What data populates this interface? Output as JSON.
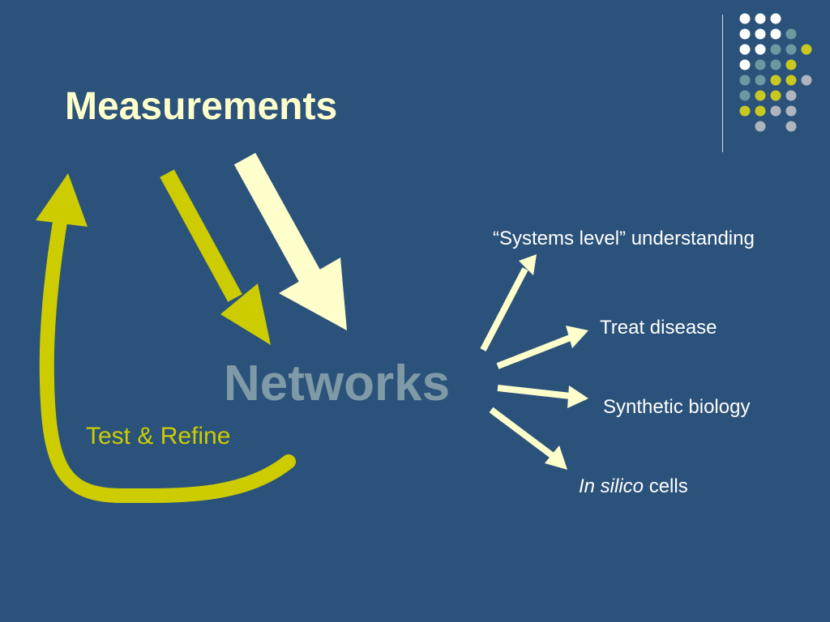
{
  "slide": {
    "title": "Measurements",
    "center_label": "Networks",
    "loop_label": "Test & Refine",
    "outcomes": [
      {
        "label": "“Systems level” understanding"
      },
      {
        "label": "Treat disease"
      },
      {
        "label": "Synthetic biology"
      },
      {
        "italic": "In silico",
        "rest": " cells"
      }
    ]
  },
  "colors": {
    "background": "#2b527a",
    "title": "#ffffcc",
    "center_label": "#7f9aa7",
    "loop": "#cccc00",
    "arrow_light": "#ffffcc",
    "outcome_text": "#ffffff",
    "dot_white": "#ffffff",
    "dot_teal": "#6a9aa0",
    "dot_yellow": "#c8c820",
    "dot_gray": "#b0b4bc"
  },
  "decor": {
    "dot_grid_icon": "dot-grid-icon"
  }
}
